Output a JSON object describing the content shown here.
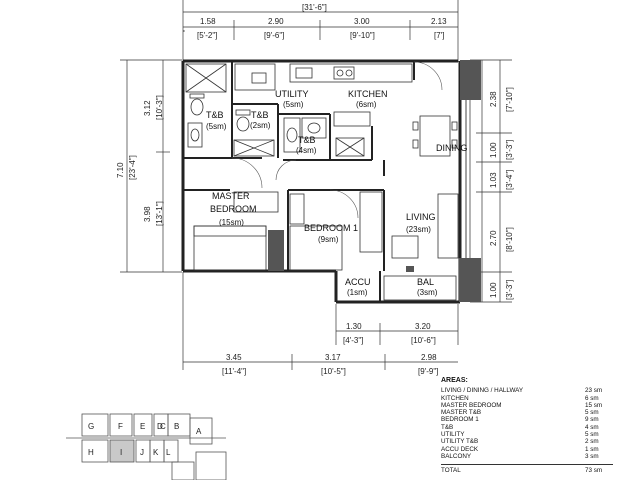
{
  "overall": {
    "total_ft": "[31'-6\"]"
  },
  "top_dims": [
    {
      "m": "1.58",
      "ft": "[5'-2\"]"
    },
    {
      "m": "2.90",
      "ft": "[9'-6\"]"
    },
    {
      "m": "3.00",
      "ft": "[9'-10\"]"
    },
    {
      "m": "2.13",
      "ft": "[7']"
    }
  ],
  "left_dims": {
    "total_m": "7.10",
    "total_ft": "[23'-4\"]",
    "upper_m": "3.12",
    "upper_ft": "[10'-3\"]",
    "lower_m": "3.98",
    "lower_ft": "[13'-1\"]"
  },
  "right_dims": [
    {
      "m": "2.38",
      "ft": "[7'-10\"]"
    },
    {
      "m": "1.00",
      "ft": "[3'-3\"]"
    },
    {
      "m": "1.03",
      "ft": "[3'-4\"]"
    },
    {
      "m": "2.70",
      "ft": "[8'-10\"]"
    },
    {
      "m": "1.00",
      "ft": "[3'-3\"]"
    }
  ],
  "bottom_dims_upper": [
    {
      "m": "1.30",
      "ft": "[4'-3\"]"
    },
    {
      "m": "3.20",
      "ft": "[10'-6\"]"
    }
  ],
  "bottom_dims_lower": [
    {
      "m": "3.45",
      "ft": "[11'-4\"]"
    },
    {
      "m": "3.17",
      "ft": "[10'-5\"]"
    },
    {
      "m": "2.98",
      "ft": "[9'-9\"]"
    }
  ],
  "rooms": {
    "tb": {
      "name": "T&B",
      "area": "(5sm)"
    },
    "utility": {
      "name": "UTILITY",
      "area": "(5sm)"
    },
    "utility_tb": {
      "name": "T&B",
      "area": "(2sm)"
    },
    "tb2": {
      "name": "T&B",
      "area": "(4sm)"
    },
    "kitchen": {
      "name": "KITCHEN",
      "area": "(6sm)"
    },
    "dining": {
      "name": "DINING"
    },
    "master": {
      "name1": "MASTER",
      "name2": "BEDROOM",
      "area": "(15sm)"
    },
    "bedroom1": {
      "name": "BEDROOM 1",
      "area": "(9sm)"
    },
    "living": {
      "name": "LIVING",
      "area": "(23sm)"
    },
    "accu": {
      "name": "ACCU",
      "area": "(1sm)"
    },
    "bal": {
      "name": "BAL",
      "area": "(3sm)"
    }
  },
  "areas_table": {
    "title": "AREAS:",
    "rows": [
      {
        "label": "LIVING / DINING / HALLWAY",
        "value": "23 sm"
      },
      {
        "label": "KITCHEN",
        "value": "6 sm"
      },
      {
        "label": "MASTER BEDROOM",
        "value": "15 sm"
      },
      {
        "label": "MASTER T&B",
        "value": "5 sm"
      },
      {
        "label": "BEDROOM 1",
        "value": "9 sm"
      },
      {
        "label": "T&B",
        "value": "4 sm"
      },
      {
        "label": "UTILITY",
        "value": "5 sm"
      },
      {
        "label": "UTILITY T&B",
        "value": "2 sm"
      },
      {
        "label": "ACCU DECK",
        "value": "1 sm"
      },
      {
        "label": "BALCONY",
        "value": "3 sm"
      }
    ],
    "total_label": "TOTAL",
    "total_value": "73 sm"
  },
  "key_plan": {
    "labels": [
      "G",
      "F",
      "E",
      "D",
      "C",
      "B",
      "A",
      "H",
      "I",
      "J",
      "K",
      "L"
    ]
  }
}
